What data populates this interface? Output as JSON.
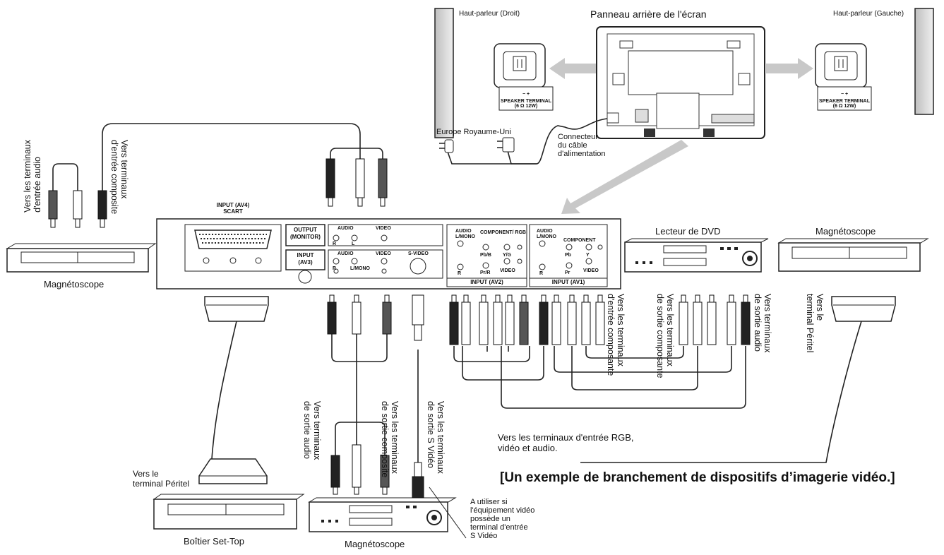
{
  "caption": "[Un exemple de branchement de dispositifs d’imagerie vidéo.]",
  "display": {
    "rear_panel_title": "Panneau arrière de l'écran",
    "speaker_right": "Haut-parleur (Droit)",
    "speaker_left": "Haut-parleur (Gauche)",
    "speaker_terminal_line1": "SPEAKER TERMINAL",
    "speaker_terminal_line2": "(6 Ω 12W)",
    "speaker_terminal_polarity": "−   +",
    "plug_regions": "Europe Royaume-Uni",
    "power_connector_line1": "Connecteur",
    "power_connector_line2": "du câble",
    "power_connector_line3": "d'alimentation"
  },
  "panel": {
    "scart_label_line1": "INPUT (AV4)",
    "scart_label_line2": "SCART",
    "output_monitor_line1": "OUTPUT",
    "output_monitor_line2": "(MONITOR)",
    "input_av3_line1": "INPUT",
    "input_av3_line2": "(AV3)",
    "audio": "AUDIO",
    "video": "VIDEO",
    "svideo": "S-VIDEO",
    "component_rgb": "COMPONENT/ RGB",
    "component": "COMPONENT",
    "l_mono": "L/MONO",
    "l": "L",
    "r": "R",
    "y": "Y",
    "yg": "Y/G",
    "pbb": "Pb/B",
    "prr": "Pr/R",
    "pb": "Pb",
    "pr": "Pr",
    "input_av2": "INPUT (AV2)",
    "input_av1": "INPUT (AV1)"
  },
  "devices": {
    "vcr_left": "Magnétoscope",
    "dvd_player": "Lecteur de DVD",
    "vcr_right": "Magnétoscope",
    "settop_box": "Boîtier Set-Top",
    "vcr_bottom": "Magnétoscope"
  },
  "annotations": {
    "left_audio_input": "Vers les terminaux\nd'entrée audio",
    "left_composite_input": "Vers terminaux\nd'entrée composite",
    "component_input": "Vers les terminaux\nd'entrée composante",
    "component_output": "Vers les terminaux\nde sortie composante",
    "audio_output_right": "Vers terminaux\nde sortie audio",
    "peritel_right": "Vers le\nterminal Péritel",
    "audio_output_bottom": "Vers terminaux\nde sortie audio",
    "composite_output_bottom": "Vers les terminaux\nde sortie composite",
    "svideo_output": "Vers les terminaux\nde sortie S Vidéo",
    "rgb_line1": "Vers les terminaux d'entrée RGB,",
    "rgb_line2": "vidéo et audio.",
    "peritel_left_line1": "Vers le",
    "peritel_left_line2": "terminal Péritel",
    "svideo_note_line1": "A utiliser si",
    "svideo_note_line2": "l'équipement vidéo",
    "svideo_note_line3": "possède un",
    "svideo_note_line4": "terminal d'entrée",
    "svideo_note_line5": "S Vidéo"
  }
}
